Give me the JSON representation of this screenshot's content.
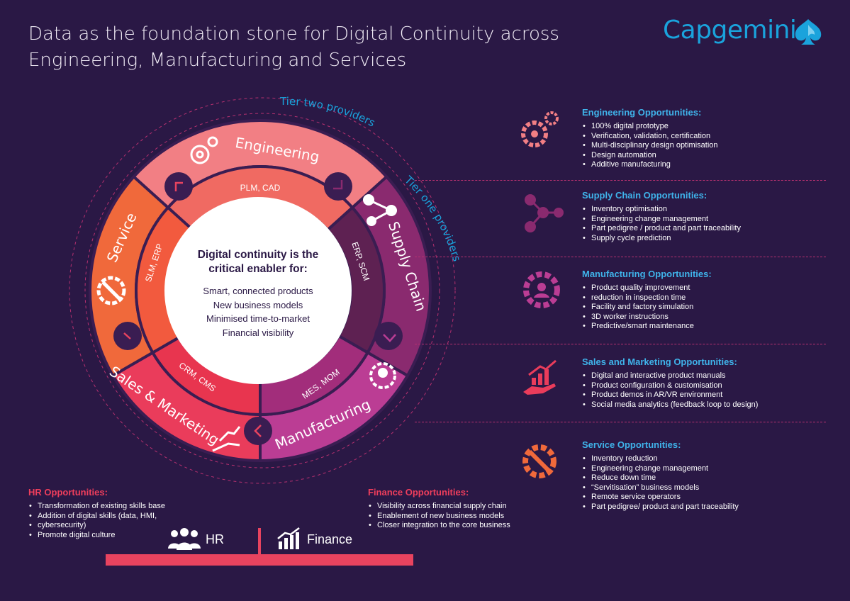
{
  "header": {
    "title_line1": "Data as the foundation stone for Digital Continuity across",
    "title_line2": "Engineering, Manufacturing and Services",
    "logo_text": "Capgemini"
  },
  "wheel": {
    "outer_segments": [
      "Engineering",
      "Supply Chain",
      "Manufacturing",
      "Sales & Marketing",
      "Service"
    ],
    "inner_labels": [
      "PLM, CAD",
      "ERP, SCM",
      "MES, MOM",
      "CRM, CMS",
      "SLM, ERP"
    ],
    "ring_labels": {
      "tier_two": "Tier two providers",
      "tier_one": "Tier one providers"
    },
    "center": {
      "heading_line1": "Digital continuity is the",
      "heading_line2": "critical enabler for:",
      "items": [
        "Smart, connected products",
        "New business models",
        "Minimised time-to-market",
        "Financial visibility"
      ]
    },
    "colors": {
      "engineering": "#f27f84",
      "supply_chain": "#8a2a6f",
      "manufacturing": "#bb3d94",
      "sales_marketing": "#ea3c5b",
      "service": "#f0693b"
    }
  },
  "opportunities": [
    {
      "title": "Engineering Opportunities:",
      "icon": "gears-icon",
      "items": [
        "100% digital prototype",
        "Verification, validation, certification",
        "Multi-disciplinary design optimisation",
        "Design automation",
        "Additive manufacturing"
      ]
    },
    {
      "title": "Supply Chain Opportunities:",
      "icon": "network-icon",
      "items": [
        "Inventory optimisation",
        "Engineering change management",
        "Part pedigree / product and part traceability",
        "Supply cycle prediction"
      ]
    },
    {
      "title": "Manufacturing Opportunities:",
      "icon": "gear-person-icon",
      "items": [
        "Product quality improvement",
        "reduction in inspection time",
        "Facility and factory simulation",
        "3D worker instructions",
        "Predictive/smart maintenance"
      ]
    },
    {
      "title": "Sales and Marketing Opportunities:",
      "icon": "growth-hand-icon",
      "items": [
        "Digital and interactive product manuals",
        "Product configuration & customisation",
        "Product demos in AR/VR environment",
        "Social media analytics (feedback loop to design)"
      ]
    },
    {
      "title": "Service Opportunities:",
      "icon": "wrench-gear-icon",
      "items": [
        "Inventory reduction",
        "Engineering change management",
        "Reduce down time",
        "“Servitisation” business models",
        "Remote service operators",
        "Part pedigree/ product and part traceability"
      ]
    }
  ],
  "hr": {
    "title": "HR Opportunities:",
    "items": [
      "Transformation of existing skills base",
      "Addition of digital skills (data, HMI,",
      "cybersecurity)",
      "Promote digital culture"
    ],
    "label": "HR"
  },
  "finance": {
    "title": "Finance Opportunities:",
    "items": [
      "Visibility across financial supply chain",
      "Enablement of new business models",
      "Closer integration to the core business"
    ],
    "label": "Finance"
  }
}
